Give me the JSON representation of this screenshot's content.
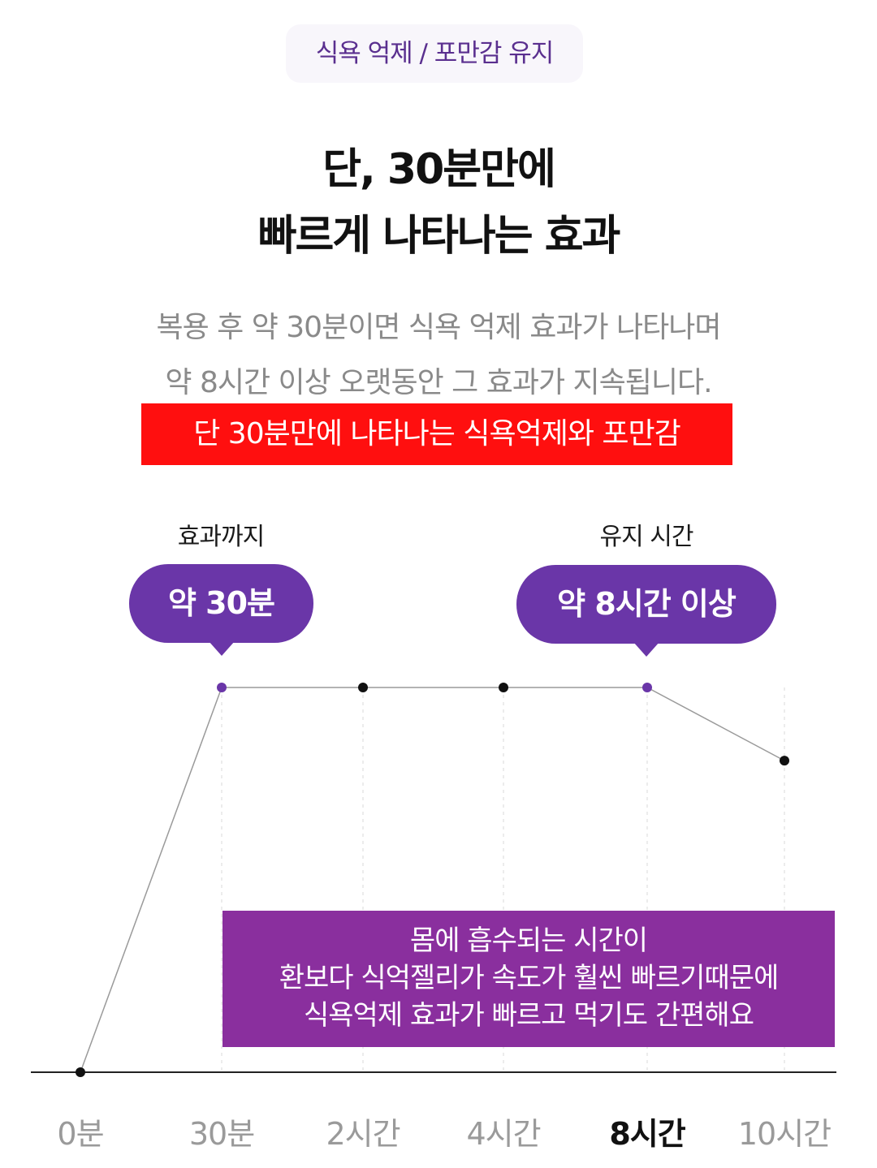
{
  "tag": {
    "label": "식욕 억제 / 포만감 유지"
  },
  "headline": {
    "line1": "단, 30분만에",
    "line2": "빠르게 나타나는 효과"
  },
  "description": {
    "line1": "복용 후 약 30분이면 식욕 억제 효과가 나타나며",
    "line2": "약 8시간 이상 오랫동안 그 효과가 지속됩니다."
  },
  "banner": {
    "text": "단 30분만에 나타나는 식욕억제와 포만감",
    "color": "#ff0f0f"
  },
  "callouts": {
    "onset_label": "효과까지",
    "onset_value": "약 30분",
    "duration_label": "유지 시간",
    "duration_value": "약 8시간 이상",
    "color": "#6a36a8"
  },
  "info_box": {
    "lines": [
      "몸에 흡수되는 시간이",
      "환보다 식억젤리가 속도가 훨씬 빠르기때문에",
      "식욕억제 효과가 빠르고 먹기도 간편해요"
    ],
    "color": "#8a2f9e"
  },
  "chart_data": {
    "type": "line",
    "categories": [
      "0분",
      "30분",
      "2시간",
      "4시간",
      "8시간",
      "10시간"
    ],
    "series": [
      {
        "values": [
          0,
          100,
          100,
          100,
          100,
          81
        ],
        "highlight_points": [
          "30분",
          "8시간"
        ]
      }
    ],
    "highlight_category": "8시간",
    "ylim": [
      0,
      100
    ],
    "grid": "vertical dashed",
    "colors": {
      "line": "#9a9a9a",
      "point": "#111111",
      "highlight_point": "#6a36a8",
      "axis": "#222222"
    }
  }
}
